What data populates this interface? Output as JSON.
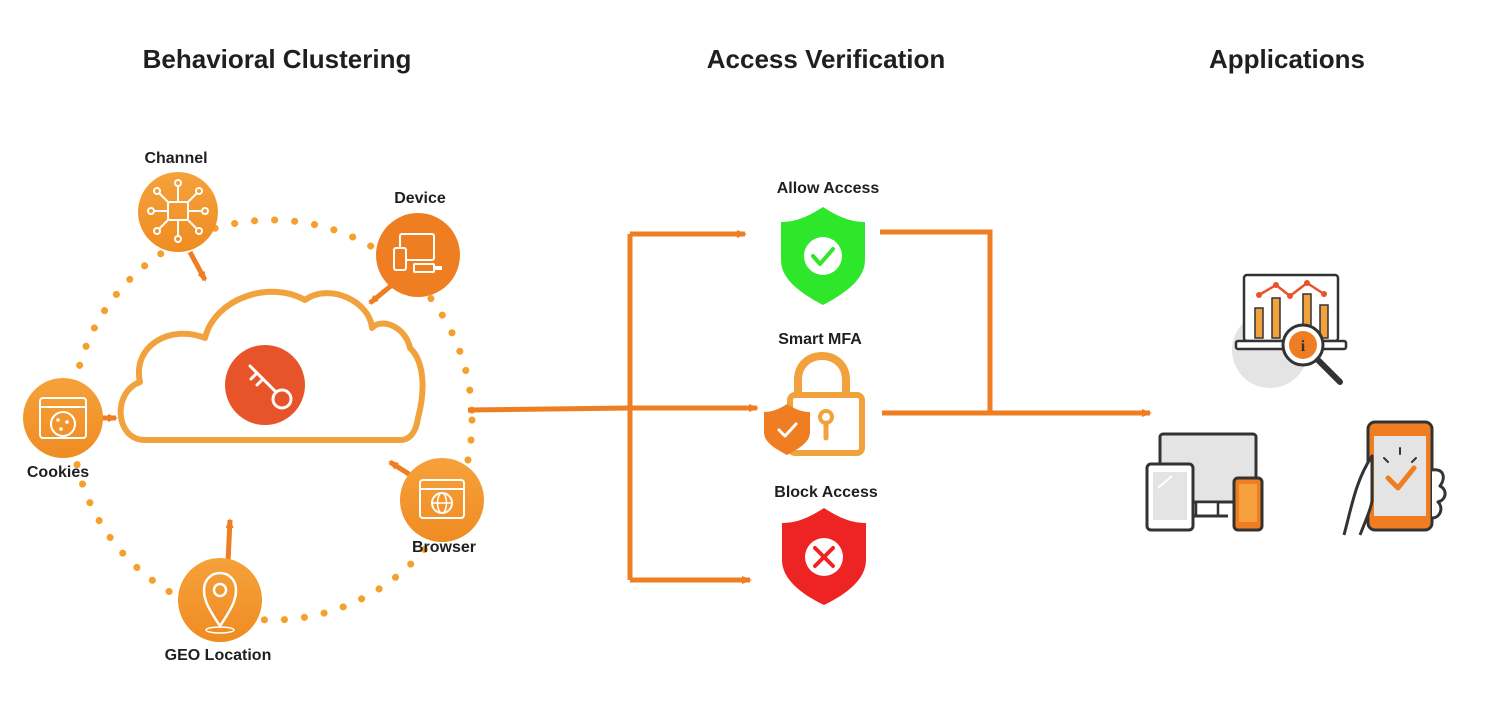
{
  "sections": {
    "behavioral_clustering": "Behavioral Clustering",
    "access_verification": "Access Verification",
    "applications": "Applications"
  },
  "inputs": {
    "channel": "Channel",
    "device": "Device",
    "cookies": "Cookies",
    "browser": "Browser",
    "geo_location": "GEO Location"
  },
  "outcomes": {
    "allow": "Allow Access",
    "mfa": "Smart MFA",
    "block": "Block Access"
  },
  "icons": {
    "hub": "key-icon",
    "channel": "network-hub-icon",
    "device": "devices-icon",
    "cookies": "cookie-icon",
    "browser": "browser-globe-icon",
    "geo": "map-pin-icon",
    "allow": "shield-check-icon",
    "mfa": "padlock-shield-icon",
    "block": "shield-x-icon",
    "app_analytics": "analytics-report-icon",
    "app_desktop": "desktop-tablet-phone-icon",
    "app_mobile": "mobile-approve-icon"
  },
  "colors": {
    "accent": "#ef7d22",
    "hub": "#e8542a",
    "allow": "#2ee62a",
    "block": "#ee2424",
    "text": "#1f1f1f"
  }
}
